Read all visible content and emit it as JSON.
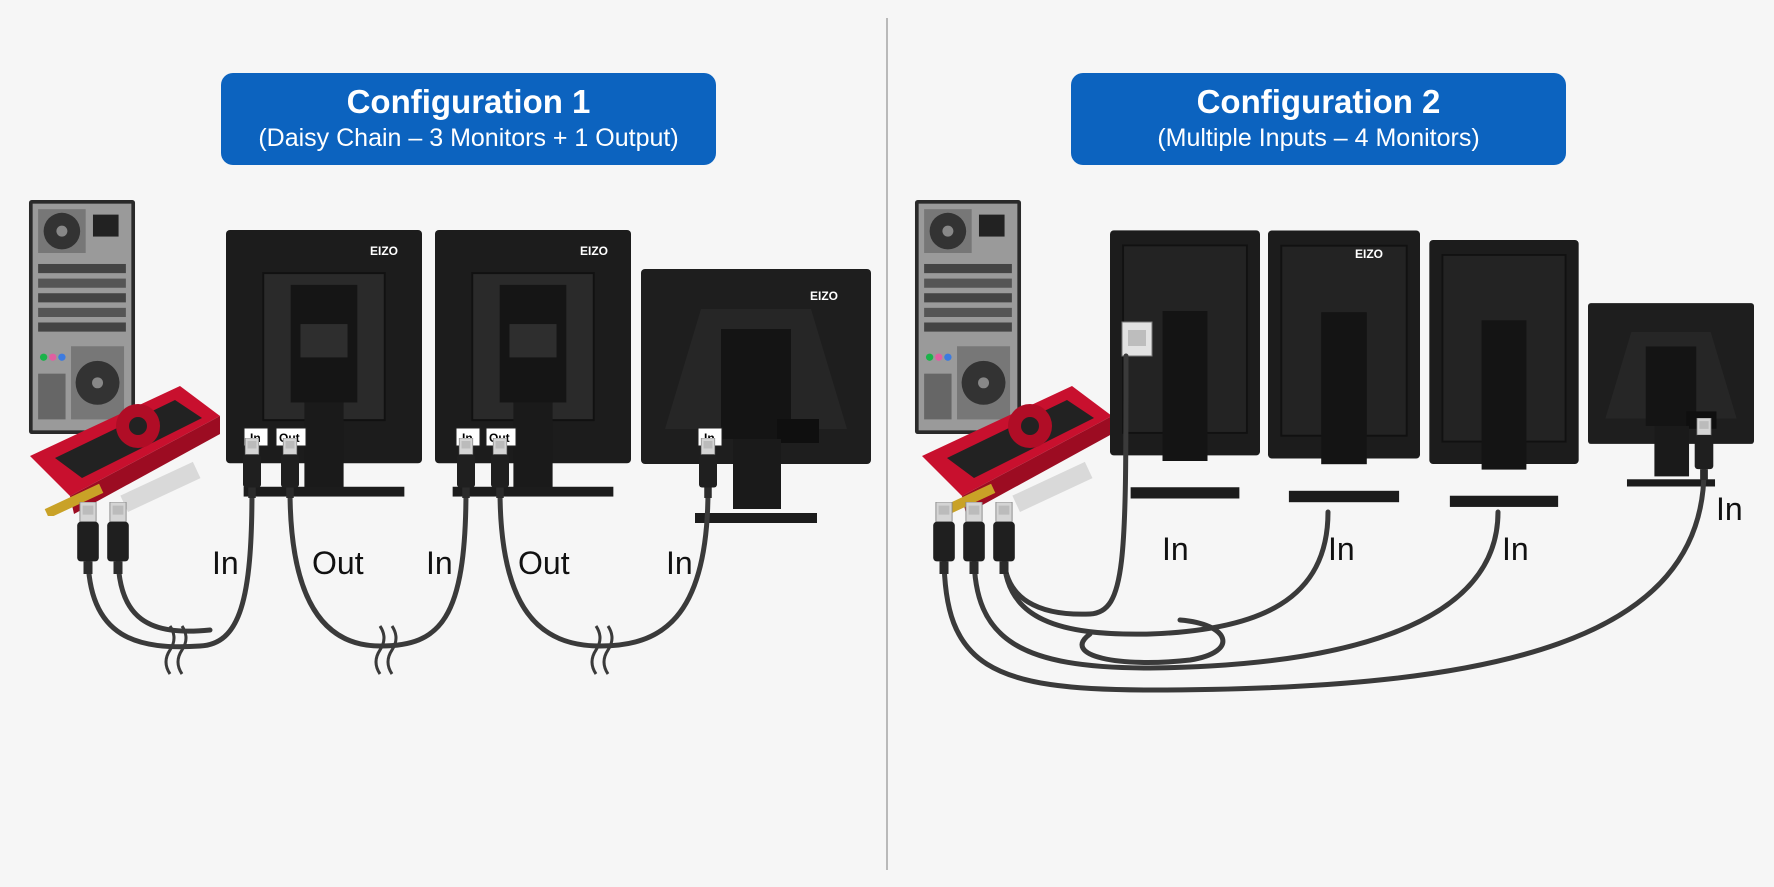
{
  "config1": {
    "title": "Configuration 1",
    "subtitle": "(Daisy Chain – 3 Monitors + 1 Output)",
    "port_labels": [
      "In",
      "Out",
      "In",
      "Out",
      "In"
    ],
    "cable_labels": [
      "In",
      "Out",
      "In",
      "Out",
      "In"
    ]
  },
  "config2": {
    "title": "Configuration 2",
    "subtitle": "(Multiple Inputs – 4 Monitors)",
    "cable_labels": [
      "In",
      "In",
      "In",
      "In"
    ]
  },
  "brand": "EIZO",
  "colors": {
    "banner": "#0c63bf",
    "cable": "#3a3a3a",
    "monitor": "#1c1c1c",
    "gpu_red": "#c8102e"
  },
  "icons": [
    "pc-tower-icon",
    "graphics-card-icon",
    "monitor-back-icon",
    "displayport-connector-icon",
    "dvi-connector-icon"
  ]
}
